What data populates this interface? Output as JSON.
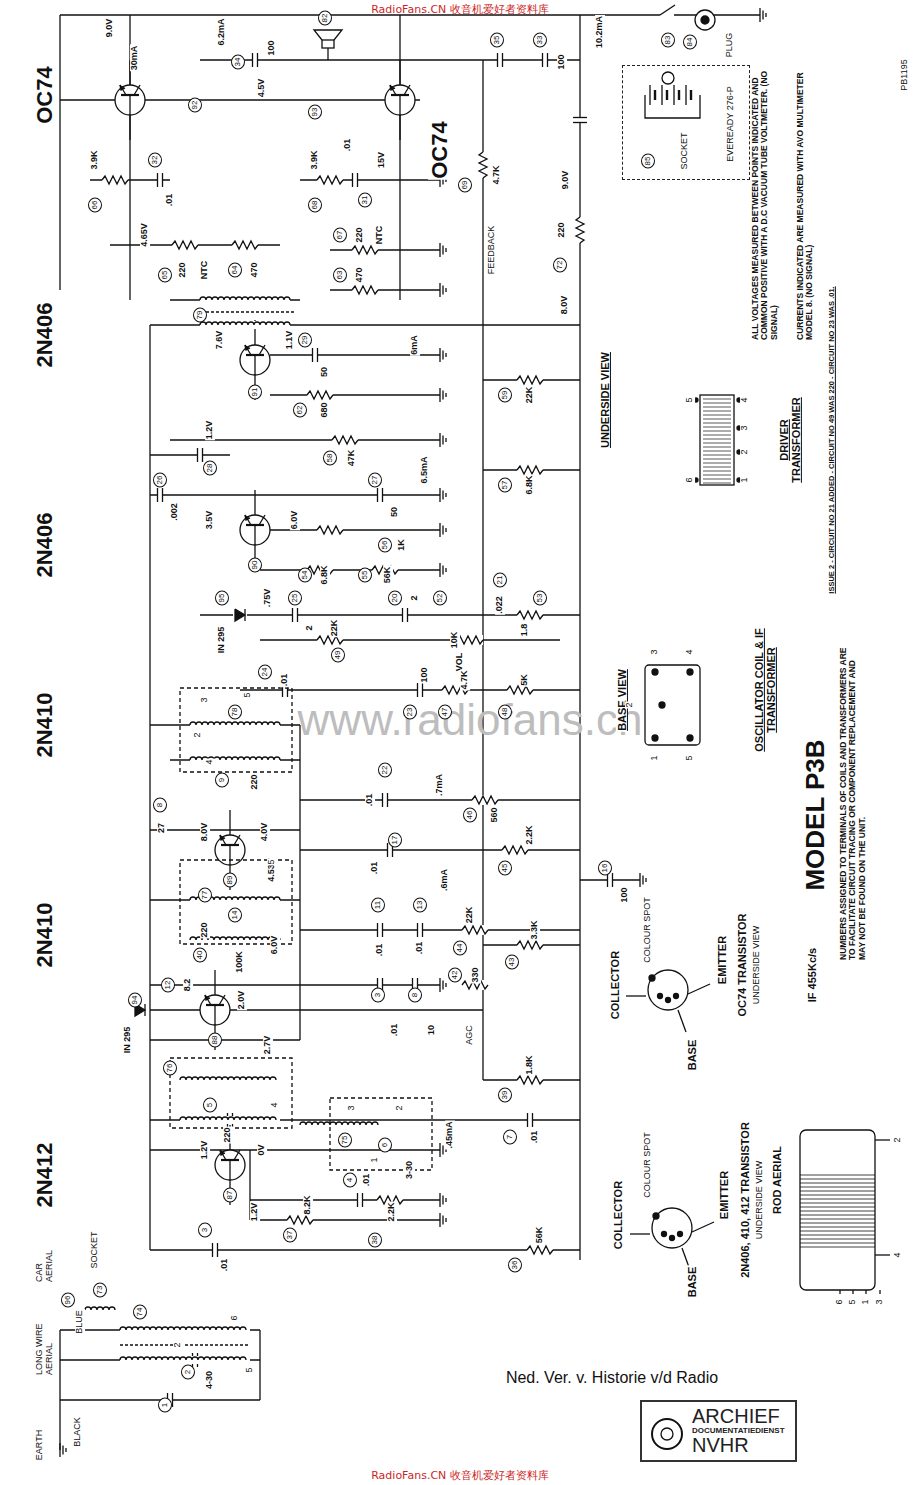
{
  "diagram": {
    "title": "MODEL P3B",
    "nodes": [
      {
        "text": [
          "85",
          "SOCKET",
          "EVEREADY 276-P"
        ]
      },
      {
        "text": [
          "ARCHIEF",
          "DOCUMENTATIEDIENST",
          "NVHR"
        ]
      }
    ],
    "labels": [
      "www.radiofans.cn",
      "OC74",
      "OC74",
      "2N406",
      "2N406",
      "2N410",
      "2N410",
      "2N412",
      "PB1195",
      "83",
      "84",
      "PLUG",
      "ALL VOLTAGES MEASURED BETWEEN POINTS INDICATED AND COMMON POSITIVE WITH A D.C VACUUM TUBE VOLTMETER. (NO SIGNAL)",
      "CURRENTS INDICATED ARE MEASURED WITH AVO MULTIMETER MODEL 8. (NO SIGNAL)",
      "UNDERSIDE VIEW",
      "DRIVER TRANSFORMER",
      "ISSUE 2 - CIRCUIT NO 21 ADDED - CIRCUIT NO 49 WAS 220 - CIRCUIT NO 23 WAS .01.",
      "5",
      "6",
      "4",
      "3",
      "2",
      "1",
      "BASE VIEW",
      "OSCILLATOR COIL & IF TRANSFORMER",
      "3",
      "4",
      "2",
      "1",
      "5",
      "IF 455Kc/s",
      "NUMBERS ASSIGNED TO TERMINALS OF COILS AND TRANSFORMERS ARE TO FACILITATE CIRCUIT TRACING OR COMPONENT REPLACEMENT AND MAY NOT BE FOUND ON THE UNIT.",
      "COLLECTOR",
      "COLOUR SPOT",
      "BASE",
      "EMITTER",
      "OC74 TRANSISTOR",
      "UNDERSIDE VIEW",
      "COLLECTOR",
      "COLOUR SPOT",
      "BASE",
      "EMITTER",
      "2N406, 410, 412 TRANSISTOR",
      "UNDERSIDE VIEW",
      "ROD AERIAL",
      "6",
      "5",
      "1",
      "3",
      "4",
      "2",
      "Ned. Ver. v. Historie v/d Radio",
      "RadioFans.CN 收音机爱好者资料库",
      "RadioFans.CN 收音机爱好者资料库",
      "EARTH",
      "BLACK",
      "LONG WIRE AERIAL",
      "BLUE",
      "CAR AERIAL",
      "SOCKET",
      "96",
      "73",
      "74",
      "2",
      "4-30",
      "1",
      "2",
      "6",
      "5",
      "9.0V",
      "30mA",
      "92",
      "6.2mA",
      "34",
      "100",
      "4.5V",
      "82",
      "93",
      "35",
      "33",
      "100",
      "10.2mA",
      "3.9K",
      "66",
      "32",
      ".01",
      "4.65V",
      "65",
      "220",
      "NTC",
      "64",
      "470",
      "3.9K",
      "68",
      ".01",
      "31",
      "15V",
      "67",
      "220",
      "NTC",
      "63",
      "470",
      "79",
      "4.7K",
      "69",
      "FEEDBACK",
      "72",
      "220",
      "9.0V",
      "8.0V",
      "7.6V",
      "1.1V",
      "91",
      "29",
      "50",
      "62",
      "680",
      "6mA",
      "1.2V",
      "28",
      "58",
      "47K",
      "59",
      "22K",
      "26",
      ".002",
      "3.5V",
      "90",
      "6.0V",
      "27",
      "50",
      "56",
      "1K",
      "54",
      "6.8K",
      "55",
      "56K",
      "57",
      "6.8K",
      "6.5mA",
      ".75V",
      "95",
      "IN 295",
      "25",
      "2",
      "49",
      "22K",
      "24",
      ".01",
      "20",
      "2",
      "52",
      "10K",
      "VOL",
      "21",
      ".022",
      "53",
      "1.8",
      "23",
      "100",
      "47",
      "4.7K",
      "48",
      "5K",
      "78",
      "5",
      "3",
      "2",
      "4",
      "9",
      "220",
      "8",
      "27",
      "8.0V",
      "4.0V",
      "89",
      "4.53V",
      "22",
      ".01",
      "46",
      "560",
      ".7mA",
      "17",
      ".01",
      "45",
      "2.2K",
      "16",
      "100",
      "77",
      "5",
      "6.0V",
      "14",
      "220",
      "44",
      "22K",
      "43",
      "3.3K",
      "13",
      ".01",
      "11",
      ".01",
      ".6mA",
      "40",
      "100K",
      "12",
      "8.2",
      "88",
      "2.0V",
      "2.7V",
      "94",
      "IN 295",
      "42",
      "330",
      "3",
      ".01",
      "8",
      "10",
      "AGC",
      "39",
      "1.8K",
      "76",
      "5",
      "220",
      "7",
      ".01",
      "75",
      "4",
      "6",
      "3",
      "2",
      "1",
      "3-30",
      ".45mA",
      "1.2V",
      "0V",
      "87",
      "1.2V",
      "37",
      "8.2K",
      "4",
      ".01",
      "38",
      "2.2K",
      "36",
      "56K",
      "3",
      ".01"
    ]
  }
}
